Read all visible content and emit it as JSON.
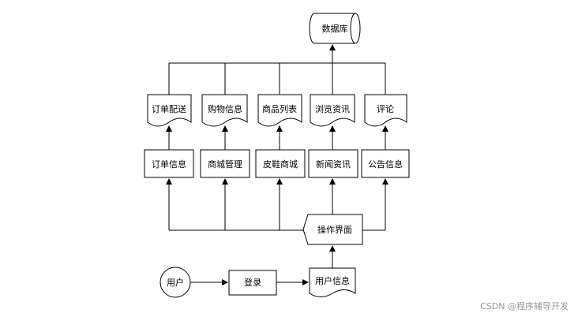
{
  "database": {
    "label": "数据库"
  },
  "documents": [
    {
      "label": "订单配送"
    },
    {
      "label": "购物信息"
    },
    {
      "label": "商品列表"
    },
    {
      "label": "浏览资讯"
    },
    {
      "label": "评论"
    }
  ],
  "modules": [
    {
      "label": "订单信息"
    },
    {
      "label": "商城管理"
    },
    {
      "label": "皮鞋商城"
    },
    {
      "label": "新闻资讯"
    },
    {
      "label": "公告信息"
    }
  ],
  "interface": {
    "label": "操作界面"
  },
  "user": {
    "label": "用户"
  },
  "login": {
    "label": "登录"
  },
  "user_info": {
    "label": "用户信息"
  },
  "watermark": {
    "text": "CSDN @程序辅导开发"
  }
}
